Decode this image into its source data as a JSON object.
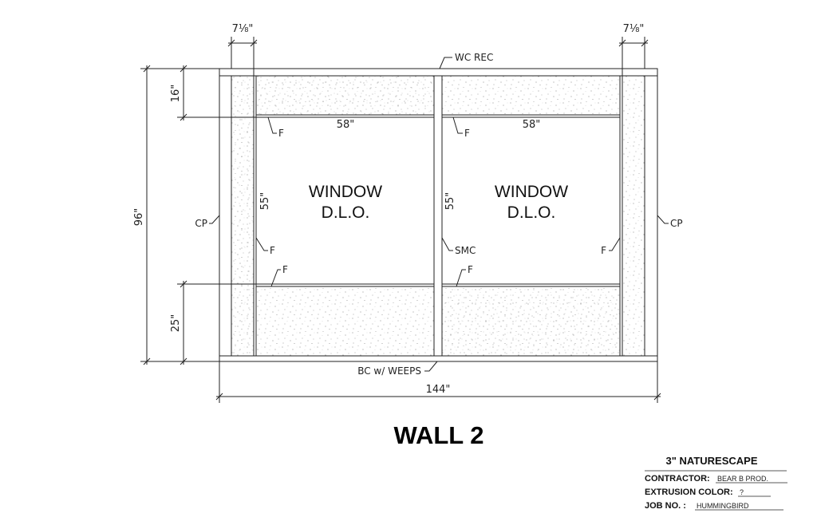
{
  "drawing": {
    "title": "WALL 2",
    "labels": {
      "wc_rec": "WC REC",
      "bc_weeps": "BC w/ WEEPS",
      "cp": "CP",
      "f": "F",
      "smc": "SMC"
    },
    "windows": [
      {
        "line1": "WINDOW",
        "line2": "D.L.O.",
        "width": "58\"",
        "height": "55\""
      },
      {
        "line1": "WINDOW",
        "line2": "D.L.O.",
        "width": "58\"",
        "height": "55\""
      }
    ],
    "dimensions": {
      "overall_width": "144\"",
      "overall_height": "96\"",
      "top_band": "16\"",
      "bottom_band": "25\"",
      "left_pier": "7⅛\"",
      "right_pier": "7⅛\""
    }
  },
  "title_block": {
    "product": "3\" NATURESCAPE",
    "contractor_label": "CONTRACTOR:",
    "contractor_value": "BEAR B PROD.",
    "extrusion_label": "EXTRUSION COLOR:",
    "extrusion_value": "?",
    "job_label": "JOB NO. :",
    "job_value": "HUMMINGBIRD"
  }
}
